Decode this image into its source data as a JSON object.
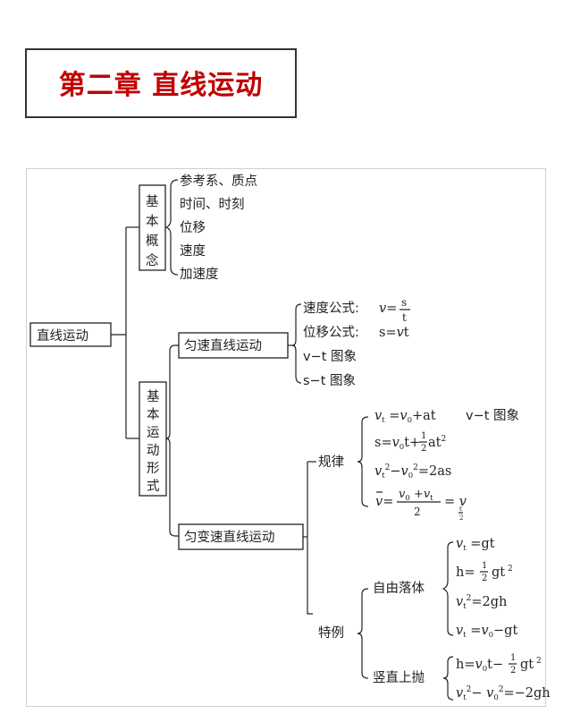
{
  "title": "第二章 直线运动",
  "root": "直线运动",
  "basic_concepts": {
    "label_chars": [
      "基",
      "本",
      "概",
      "念"
    ],
    "items": [
      "参考系、质点",
      "时间、时刻",
      "位移",
      "速度",
      "加速度"
    ]
  },
  "basic_motion": {
    "label_chars": [
      "基",
      "本",
      "运",
      "动",
      "形",
      "式"
    ]
  },
  "uniform": {
    "label": "匀速直线运动",
    "velocity_formula_label": "速度公式:",
    "displacement_formula_label": "位移公式:",
    "velocity_graph": "v−t 图象",
    "displacement_graph": "s−t 图象"
  },
  "variable": {
    "label": "匀变速直线运动",
    "rules_label": "规律",
    "vt_graph": "v−t 图象",
    "examples_label": "特例",
    "free_fall_label": "自由落体",
    "vertical_throw_label": "竖直上抛"
  }
}
